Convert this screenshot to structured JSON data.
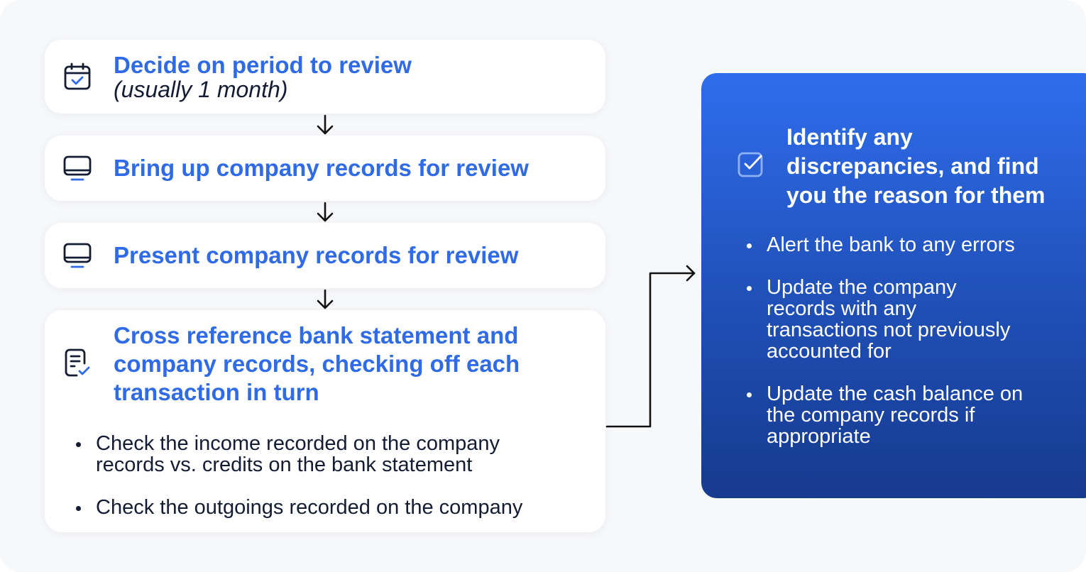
{
  "steps": [
    {
      "icon": "calendar-check-icon",
      "title": "Decide on period to review",
      "subtitle": "(usually 1 month)"
    },
    {
      "icon": "monitor-icon",
      "title": "Bring up company records for review"
    },
    {
      "icon": "monitor-icon",
      "title": "Present company records for review"
    },
    {
      "icon": "document-check-icon",
      "title_lines": [
        "Cross reference bank statement and",
        "company records, checking off each",
        "transaction in turn"
      ],
      "bullets": [
        {
          "lines": [
            "Check the income recorded on the company",
            "records vs. credits on the bank statement"
          ]
        },
        {
          "lines": [
            "Check the outgoings recorded on the company"
          ]
        }
      ]
    }
  ],
  "outcome": {
    "icon": "checkbox-icon",
    "title_lines": [
      "Identify any",
      "discrepancies, and find",
      "you the reason for them"
    ],
    "bullets": [
      {
        "lines": [
          "Alert the bank to any errors"
        ]
      },
      {
        "lines": [
          "Update the company",
          "records with any",
          "transactions not previously",
          "accounted for"
        ]
      },
      {
        "lines": [
          "Update the cash balance on",
          "the company records if",
          "appropriate"
        ]
      }
    ]
  },
  "colors": {
    "accent": "#2f6be6",
    "text_dark": "#141c33",
    "panel_top": "#2f6ded",
    "panel_bottom": "#163a8e",
    "background": "#f7f8fa",
    "connector": "#111111"
  }
}
